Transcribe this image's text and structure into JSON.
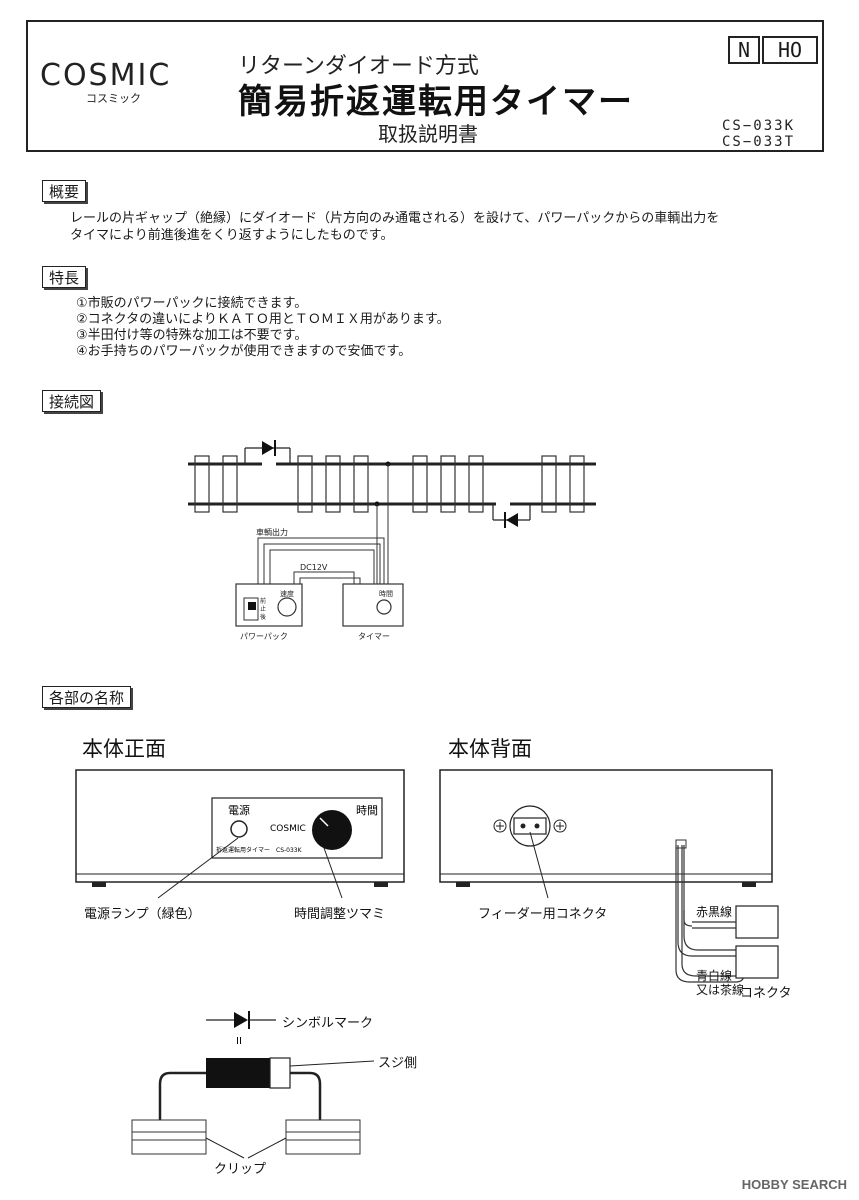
{
  "header": {
    "logo": "COSMIC",
    "logo_kana": "コスミック",
    "subtitle": "リターンダイオード方式",
    "title": "簡易折返運転用タイマー",
    "manual": "取扱説明書",
    "scales": [
      "N",
      "HO"
    ],
    "models": [
      "CS−033K",
      "CS−033T"
    ]
  },
  "overview": {
    "label": "概要",
    "lines": [
      "レールの片ギャップ（絶縁）にダイオード（片方向のみ通電される）を設けて、パワーパックからの車輌出力を",
      "タイマにより前進後進をくり返すようにしたものです。"
    ]
  },
  "features": {
    "label": "特長",
    "items": [
      "①市販のパワーパックに接続できます。",
      "②コネクタの違いによりＫＡＴＯ用とＴＯＭＩＸ用があります。",
      "③半田付け等の特殊な加工は不要です。",
      "④お手持ちのパワーパックが使用できますので安価です。"
    ]
  },
  "wiring": {
    "label": "接続図",
    "vehicle_output": "車輌出力",
    "dc": "DC12V",
    "powerpack": "パワーパック",
    "timer": "タイマー",
    "speed": "速度",
    "time": "時間",
    "switch_labels": [
      "前",
      "止",
      "後"
    ]
  },
  "parts": {
    "label": "各部の名称",
    "front_title": "本体正面",
    "back_title": "本体背面",
    "panel_power": "電源",
    "panel_time": "時間",
    "panel_logo": "COSMIC",
    "panel_name": "折返運転用タイマー　CS-033K",
    "power_lamp": "電源ランプ（緑色）",
    "time_knob": "時間調整ツマミ",
    "feeder_connector": "フィーダー用コネクタ",
    "red_black": "赤黒線",
    "blue_white": "青白線",
    "or_brown": "又は茶線",
    "connector": "コネクタ",
    "symbol_mark": "シンボルマーク",
    "equals": "II",
    "stripe_side": "スジ側",
    "clip": "クリップ"
  },
  "watermark": "HOBBY SEARCH"
}
